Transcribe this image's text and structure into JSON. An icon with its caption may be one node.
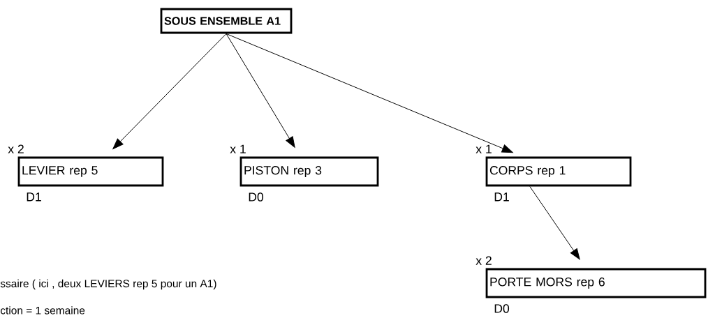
{
  "diagram": {
    "nodes": [
      {
        "text": [
          "SOUS ENSEMBLE A1"
        ]
      },
      {
        "text": [
          "LEVIER rep 5"
        ],
        "beside": [
          "x 2",
          "D1"
        ]
      },
      {
        "text": [
          "PISTON rep 3"
        ],
        "beside": [
          "x 1",
          "D0"
        ]
      },
      {
        "text": [
          "CORPS rep 1"
        ],
        "beside": [
          "x 1",
          "D1"
        ]
      },
      {
        "text": [
          "PORTE MORS rep 6"
        ],
        "beside": [
          "x 2",
          "D0"
        ]
      }
    ],
    "edges": [
      {
        "from": 0,
        "to": 1,
        "arrow": "to"
      },
      {
        "from": 0,
        "to": 2,
        "arrow": "to"
      },
      {
        "from": 0,
        "to": 3,
        "arrow": "to"
      },
      {
        "from": 3,
        "to": 4,
        "arrow": "to"
      }
    ],
    "labels": [
      "ssaire ( ici , deux LEVIERS rep 5 pour un A1)",
      "ction = 1 semaine"
    ]
  }
}
